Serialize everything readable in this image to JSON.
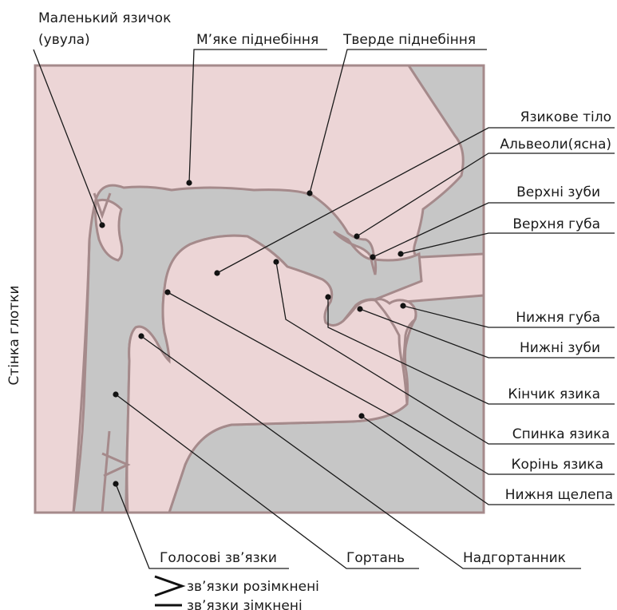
{
  "diagram": {
    "colors": {
      "tissue": "#ecd5d6",
      "cavity": "#c6c6c6",
      "outline": "#a58a8b",
      "text": "#1a1a1a"
    },
    "side_label": "Стінка глотки",
    "labels": {
      "uvula_line1": "Маленький язичок",
      "uvula_line2": "(увула)",
      "soft_palate": "М’яке піднебіння",
      "hard_palate": "Тверде піднебіння",
      "tongue_body": "Язикове тіло",
      "alveoli": "Альвеоли(ясна)",
      "upper_teeth": "Верхні зуби",
      "upper_lip": "Верхня губа",
      "lower_lip": "Нижня губа",
      "lower_teeth": "Нижні зуби",
      "tongue_tip": "Кінчик язика",
      "tongue_back": "Спинка язика",
      "tongue_root": "Корінь язика",
      "lower_jaw": "Нижня щелепа",
      "vocal_cords": "Голосові зв’язки",
      "larynx": "Гортань",
      "epiglottis": "Надгортанник"
    },
    "legend": {
      "open": "зв’язки розімкнені",
      "closed": "зв’язки зімкнені"
    }
  }
}
